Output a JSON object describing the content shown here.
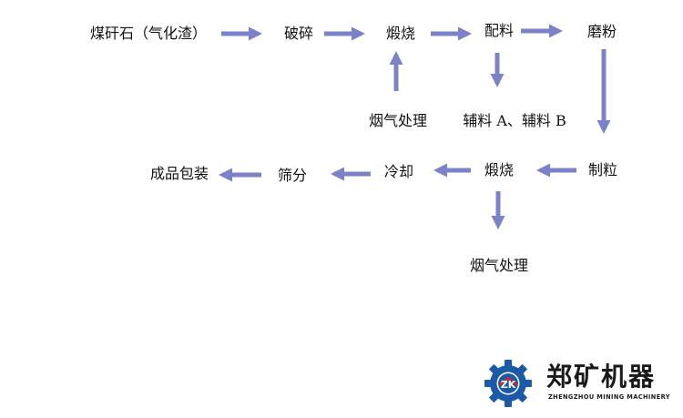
{
  "nodes": {
    "coal_gangue": "煤矸石（气化渣）",
    "crushing": "破碎",
    "calcination_1": "煅烧",
    "batching": "配料",
    "grinding": "磨粉",
    "flue_gas_1": "烟气处理",
    "auxiliary": "辅料 A、辅料 B",
    "granulation": "制粒",
    "calcination_2": "煅烧",
    "cooling": "冷却",
    "screening": "筛分",
    "packaging": "成品包装",
    "flue_gas_2": "烟气处理"
  },
  "arrow_color": "#7b82c9",
  "logo": {
    "monogram": "ZK",
    "name_cn": "郑矿机器",
    "name_en": "ZHENGZHOU MINING MACHINERY",
    "gear_color": "#1b5aa6",
    "accent_color": "#d9252b"
  }
}
